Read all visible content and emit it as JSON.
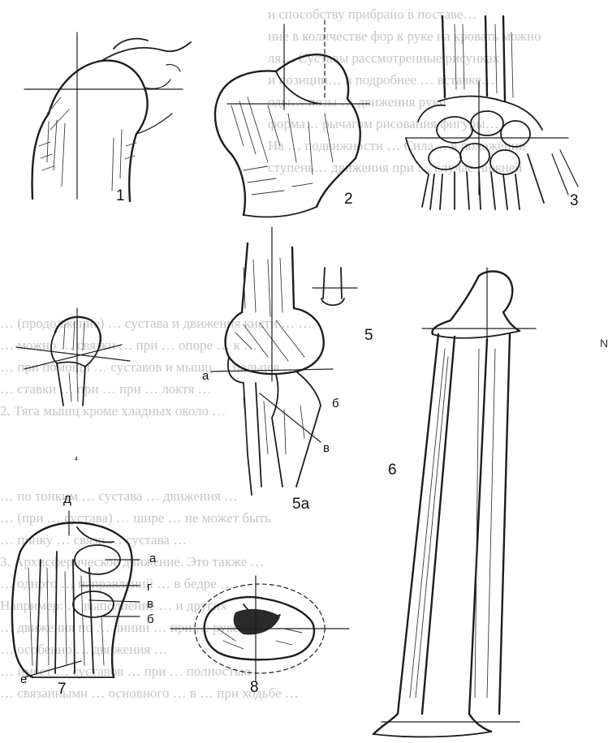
{
  "background_text": {
    "top_lines": [
      "и способству прибрано в поставе…",
      "ние в количестве фор к руке на кровать можно",
      "ля… Суставы рассмотренные рисунках",
      "и позиции… в подробнее … вставке…",
      "оды… позы … движения руки",
      "форма… рычагом рисования фигуры…",
      "На … подвижности … Сила… в положении",
      "ступень… движения при … случае нижней"
    ],
    "middle_lines": [
      "… (продолжение) … сустава и движения кисти … …",
      "… можно … связки … при … опоре … к …",
      "… при помощи … суставов и мышц … пальцев …",
      "… ставки … при … при … локтя …",
      "2. Тяга мышц кроме хладных около …"
    ],
    "lower_lines": [
      "… по тонким … сустава … движения …",
      "… (при … сустава) … шире … не может быть",
      "… пинку … связи … сустава …",
      "3. Архисферическое движение. Это также …",
      "… одного … направлений … в бедре …",
      "Например: … выполнение … и других",
      "… движения по … линии … при … руке …",
      "… особенно … движения …",
      "… имеет … суставов … при … полностью",
      "… связанными … основного … в … при ходьбе …"
    ]
  },
  "figure_labels": {
    "fig1": "1",
    "fig2": "2",
    "fig3": "3",
    "fig4": "4",
    "fig5": "5",
    "fig5a": "5а",
    "fig6": "6",
    "fig7": "7",
    "fig8": "8",
    "a_elbow": "а",
    "b_elbow": "б",
    "v_elbow": "в",
    "d_foot": "д",
    "a_foot": "а",
    "g_foot": "г",
    "v_foot": "в",
    "b_foot": "б",
    "e_foot": "е",
    "edge_mark": "N"
  }
}
